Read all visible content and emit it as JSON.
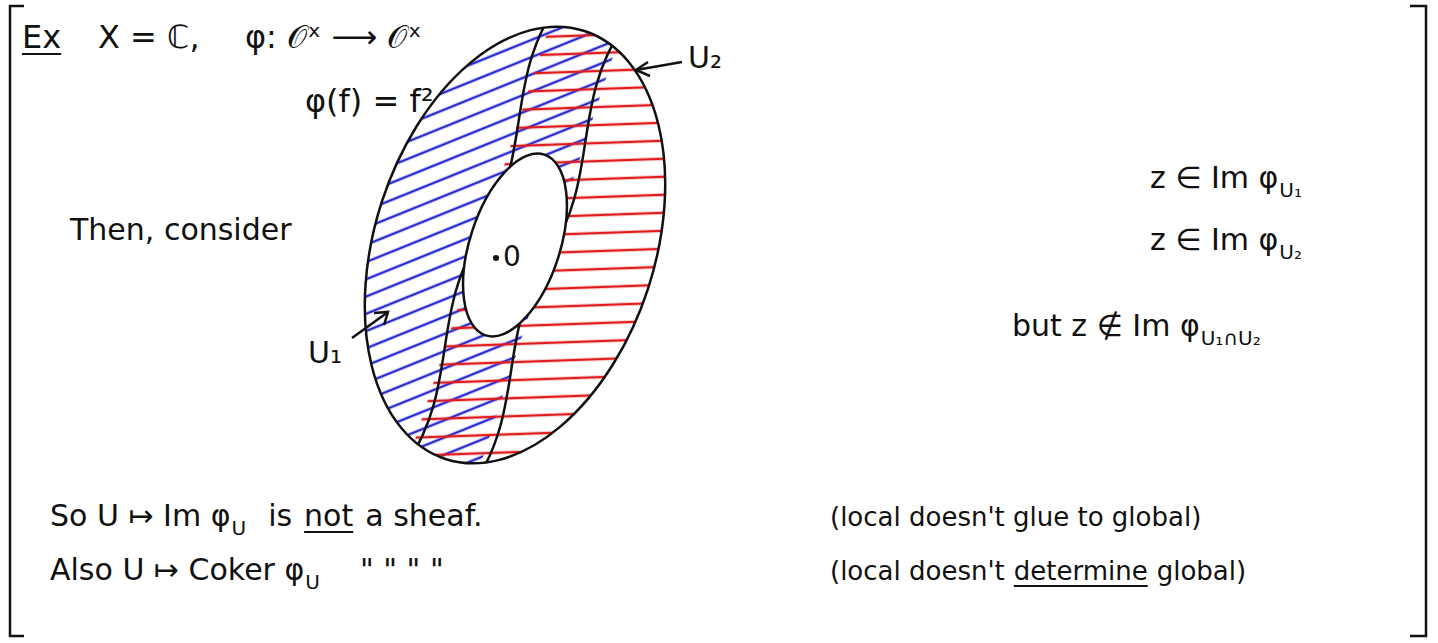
{
  "diagram": {
    "labels": [
      "Ex",
      "X = ℂ,",
      "φ: 𝒪ˣ ⟶ 𝒪ˣ",
      "φ(f) = f²",
      "Then, consider",
      "U₂",
      "U₁",
      "0",
      "z ∈ Im φ",
      "U₁",
      "z ∈ Im φ",
      "U₂",
      "but z ∉ Im φ",
      "U₁∩U₂",
      "So U ↦ Im φ",
      "U",
      "is",
      "not",
      "a sheaf.",
      "(local doesn't glue to global)",
      "Also U ↦ Coker φ",
      "U",
      "\" \" \" \"",
      "(local doesn't",
      "determine",
      "global)"
    ]
  }
}
